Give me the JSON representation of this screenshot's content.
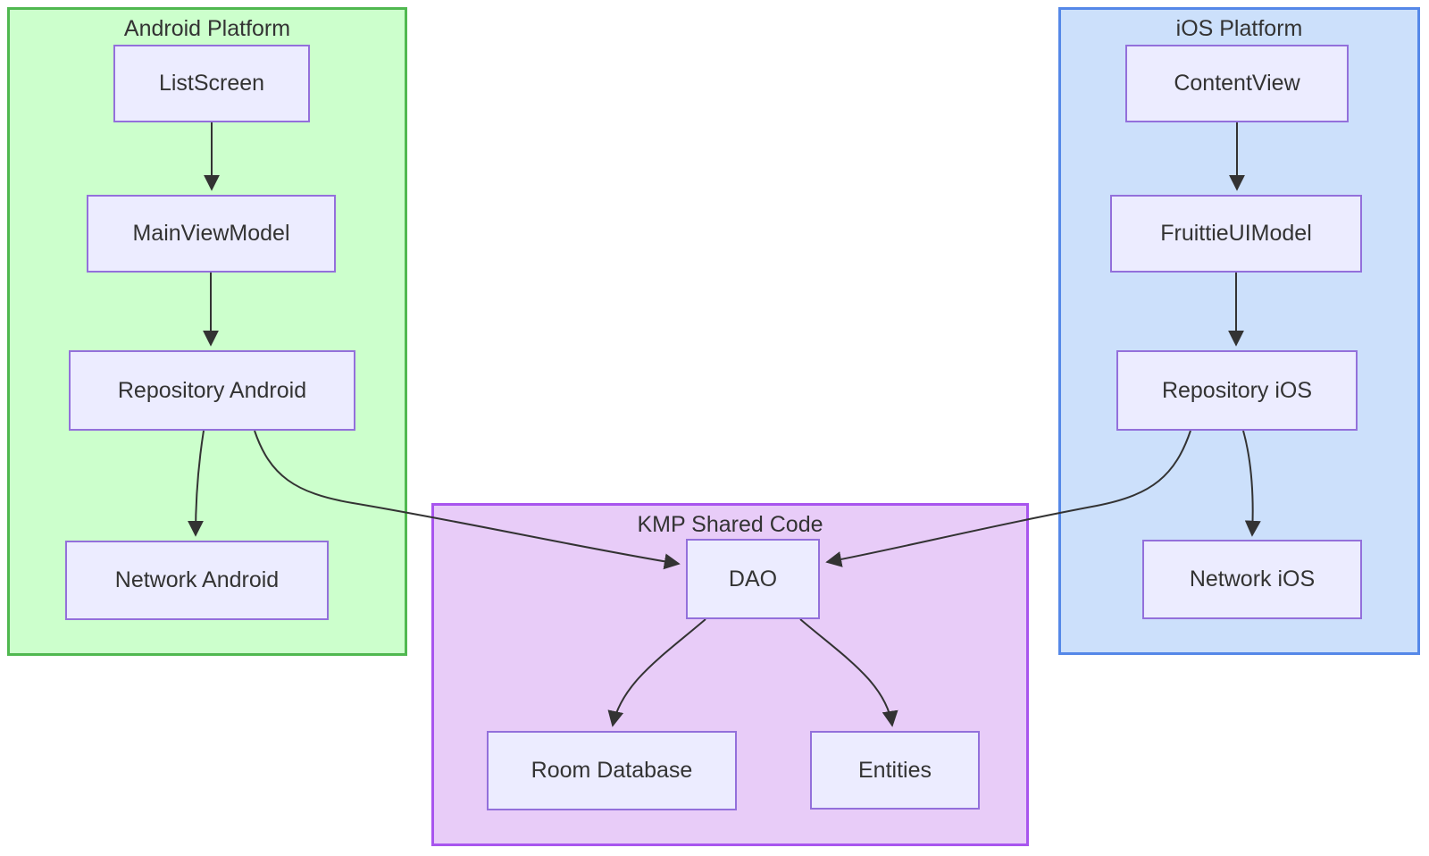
{
  "diagram": {
    "type": "flowchart",
    "clusters": [
      {
        "id": "android",
        "label": "Android Platform",
        "fill": "#ccffcc",
        "border": "#50b850"
      },
      {
        "id": "ios",
        "label": "iOS Platform",
        "fill": "#cce0fb",
        "border": "#5588e8"
      },
      {
        "id": "kmp",
        "label": "KMP Shared Code",
        "fill": "#e8ccf8",
        "border": "#a855ee"
      }
    ],
    "nodes": [
      {
        "id": "listscreen",
        "label": "ListScreen",
        "cluster": "android"
      },
      {
        "id": "mainviewmodel",
        "label": "MainViewModel",
        "cluster": "android"
      },
      {
        "id": "repo-android",
        "label": "Repository Android",
        "cluster": "android"
      },
      {
        "id": "network-android",
        "label": "Network Android",
        "cluster": "android"
      },
      {
        "id": "contentview",
        "label": "ContentView",
        "cluster": "ios"
      },
      {
        "id": "fruittieuimodel",
        "label": "FruittieUIModel",
        "cluster": "ios"
      },
      {
        "id": "repo-ios",
        "label": "Repository iOS",
        "cluster": "ios"
      },
      {
        "id": "network-ios",
        "label": "Network iOS",
        "cluster": "ios"
      },
      {
        "id": "dao",
        "label": "DAO",
        "cluster": "kmp"
      },
      {
        "id": "room-database",
        "label": "Room Database",
        "cluster": "kmp"
      },
      {
        "id": "entities",
        "label": "Entities",
        "cluster": "kmp"
      }
    ],
    "edges": [
      {
        "from": "ListScreen",
        "to": "MainViewModel"
      },
      {
        "from": "MainViewModel",
        "to": "Repository Android"
      },
      {
        "from": "Repository Android",
        "to": "Network Android"
      },
      {
        "from": "Repository Android",
        "to": "DAO"
      },
      {
        "from": "ContentView",
        "to": "FruittieUIModel"
      },
      {
        "from": "FruittieUIModel",
        "to": "Repository iOS"
      },
      {
        "from": "Repository iOS",
        "to": "Network iOS"
      },
      {
        "from": "Repository iOS",
        "to": "DAO"
      },
      {
        "from": "DAO",
        "to": "Room Database"
      },
      {
        "from": "DAO",
        "to": "Entities"
      }
    ],
    "colors": {
      "node_fill": "#ECECFF",
      "node_border": "#9370DB",
      "edge": "#333333",
      "text": "#333333"
    }
  }
}
